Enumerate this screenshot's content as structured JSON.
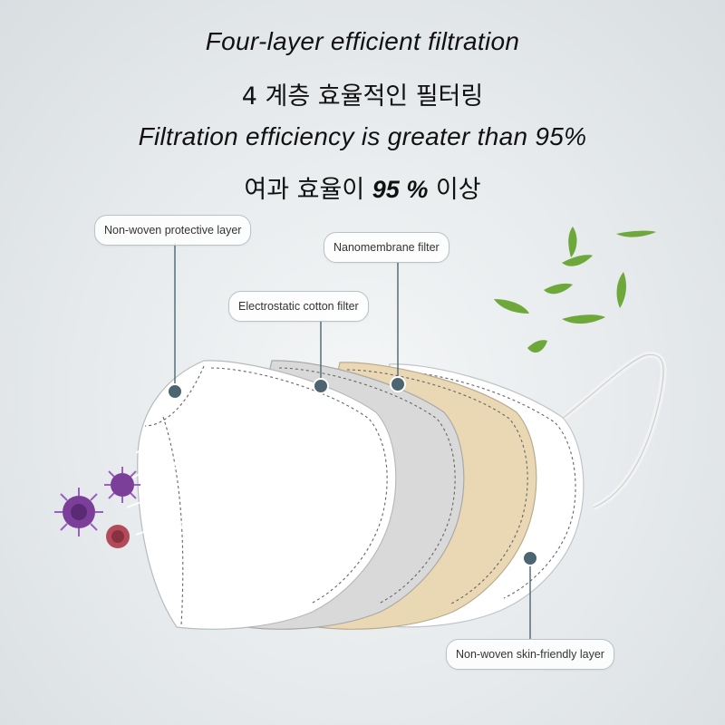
{
  "headline": {
    "line1": "Four-layer efficient filtration",
    "line2": "4 계층 효율적인 필터링",
    "line3": "Filtration efficiency is greater than 95%",
    "line4_pre": "여과 효율이 ",
    "line4_em": "95 %",
    "line4_post": " 이상"
  },
  "labels": {
    "outer": "Non-woven protective layer",
    "nano": "Nanomembrane filter",
    "electro": "Electrostatic cotton filter",
    "inner": "Non-woven skin-friendly layer"
  },
  "colors": {
    "layer_white": "#ffffff",
    "layer_gray": "#d7d7d7",
    "layer_beige": "#ead7b4",
    "pointer": "#4c6570",
    "leaf": "#6fa83a",
    "virus_purple": "#7b3f99",
    "virus_red": "#b34a5a"
  }
}
